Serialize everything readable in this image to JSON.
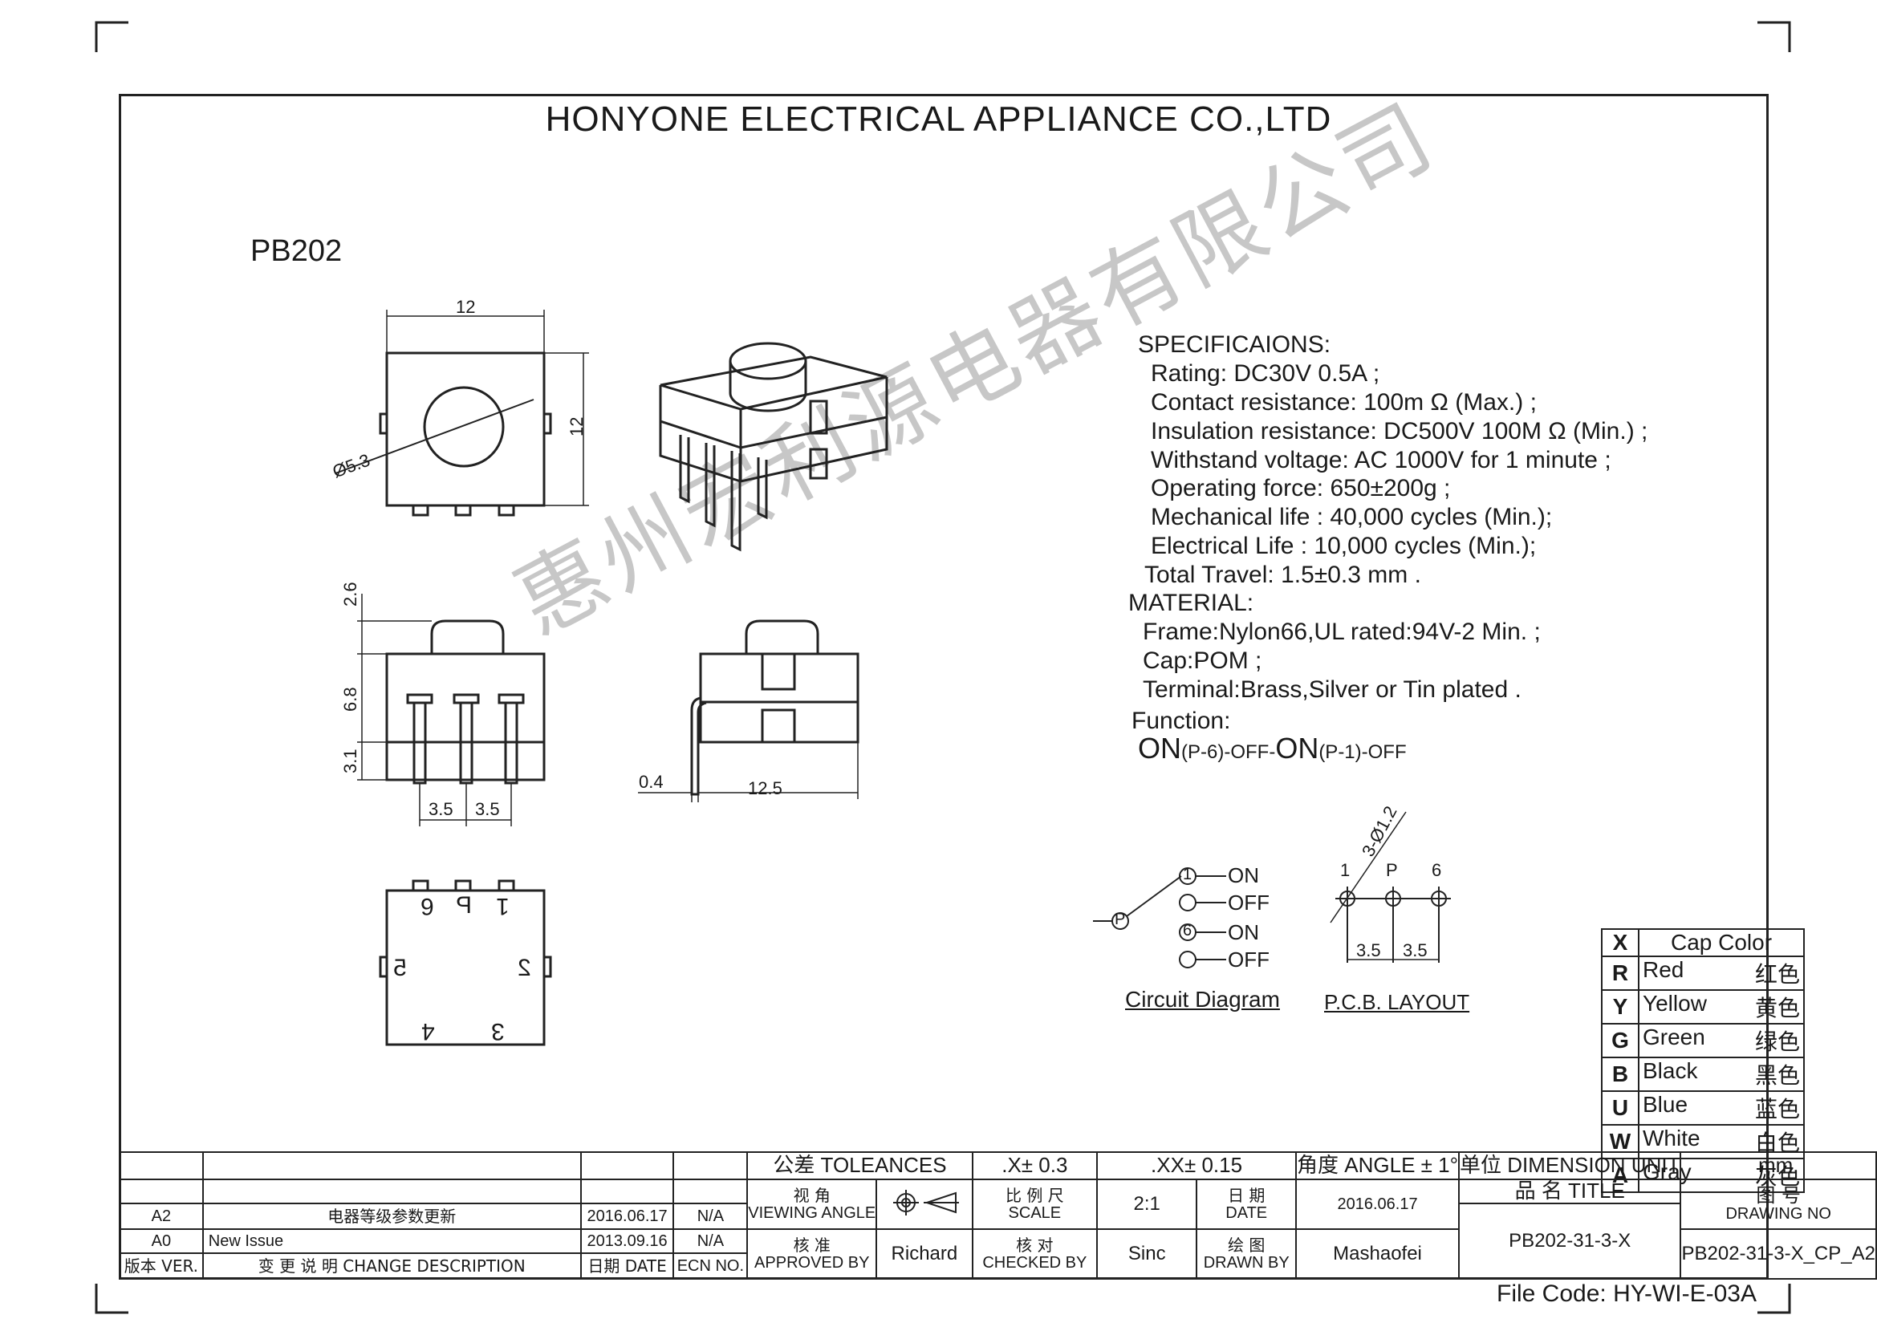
{
  "company": "HONYONE  ELECTRICAL  APPLIANCE  CO.,LTD",
  "model": "PB202",
  "watermark": "惠州宏利源电器有限公司",
  "specs": {
    "heading": "SPECIFICAIONS:",
    "rating": "Rating:  DC30V 0.5A ;",
    "contact": "Contact resistance:  100m Ω  (Max.) ;",
    "insulation": "Insulation resistance:  DC500V   100M Ω (Min.) ;",
    "withstand": "Withstand voltage:  AC 1000V for 1 minute ;",
    "force": "Operating force:  650±200g ;",
    "mech": "Mechanical life :    40,000 cycles (Min.);",
    "elec": "Electrical Life :   10,000 cycles (Min.);",
    "travel": "Total Travel:  1.5±0.3 mm .",
    "material_heading": "MATERIAL:",
    "frame": "Frame:Nylon66,UL rated:94V-2 Min. ;",
    "cap": "Cap:POM ;",
    "terminal": "Terminal:Brass,Silver or Tin plated .",
    "function_heading": "Function:",
    "func_on1": "ON",
    "func_p6": "(P-6)-OFF-",
    "func_on2": "ON",
    "func_p1": "(P-1)-OFF"
  },
  "dims": {
    "top_width": "12",
    "top_height": "12",
    "cap_dia": "Ø5.3",
    "side_cap": "2.6",
    "side_body": "6.8",
    "side_pin": "3.1",
    "pitch_a": "3.5",
    "pitch_b": "3.5",
    "pin_thk": "0.4",
    "depth": "12.5",
    "pcb_hole": "3-Ø1.2",
    "pcb_pitch_a": "3.5",
    "pcb_pitch_b": "3.5"
  },
  "bottom_marks": {
    "m6": "6",
    "mp": "P",
    "m1": "1",
    "m5": "5",
    "m2": "2",
    "m4": "4",
    "m3": "3"
  },
  "circuit": {
    "label": "Circuit Diagram",
    "p": "P",
    "c1": "1",
    "c6": "6",
    "l1": "ON",
    "l2": "OFF",
    "l3": "ON",
    "l4": "OFF"
  },
  "pcb": {
    "label": "P.C.B. LAYOUT",
    "h1": "1",
    "hp": "P",
    "h6": "6"
  },
  "color_table": {
    "header_code": "X",
    "header_name": "Cap Color",
    "rows": [
      {
        "code": "R",
        "en": "Red",
        "cn": "红色"
      },
      {
        "code": "Y",
        "en": "Yellow",
        "cn": "黄色"
      },
      {
        "code": "G",
        "en": "Green",
        "cn": "绿色"
      },
      {
        "code": "B",
        "en": "Black",
        "cn": "黑色"
      },
      {
        "code": "U",
        "en": "Blue",
        "cn": "蓝色"
      },
      {
        "code": "W",
        "en": "White",
        "cn": "白色"
      },
      {
        "code": "A",
        "en": "Gray",
        "cn": "灰色"
      }
    ]
  },
  "title_block": {
    "tol_label": "公差 TOLEANCES",
    "tol_x": ".X± 0.3",
    "tol_xx": ".XX± 0.15",
    "angle": "角度 ANGLE ± 1°",
    "unit_label": "单位   DIMENSION UNIT",
    "unit": "mm.",
    "viewing_cn": "视 角",
    "viewing_en": "VIEWING ANGLE",
    "scale_cn": "比 例 尺",
    "scale_en": "SCALE",
    "scale": "2:1",
    "date_cn": "日 期",
    "date_en": "DATE",
    "date": "2016.06.17",
    "title_label": "品  名    TITLE",
    "drawing_cn": "图  号",
    "drawing_en": "DRAWING NO",
    "approved_cn": "核  准",
    "approved_en": "APPROVED BY",
    "approved": "Richard",
    "checked_cn": "核  对",
    "checked_en": "CHECKED BY",
    "checked": "Sinc",
    "drawn_cn": "绘  图",
    "drawn_en": "DRAWN BY",
    "drawn": "Mashaofei",
    "title": "PB202-31-3-X",
    "drawing_no": "PB202-31-3-X_CP_A2",
    "rev": [
      {
        "ver": "A2",
        "desc": "电器等级参数更新",
        "date": "2016.06.17",
        "ecn": "N/A"
      },
      {
        "ver": "A0",
        "desc": "New Issue",
        "date": "2013.09.16",
        "ecn": "N/A"
      }
    ],
    "hdr_ver": "版本 VER.",
    "hdr_desc": "变 更 说 明   CHANGE DESCRIPTION",
    "hdr_date": "日期 DATE",
    "hdr_ecn": "ECN NO."
  },
  "file_code": "File Code: HY-WI-E-03A"
}
